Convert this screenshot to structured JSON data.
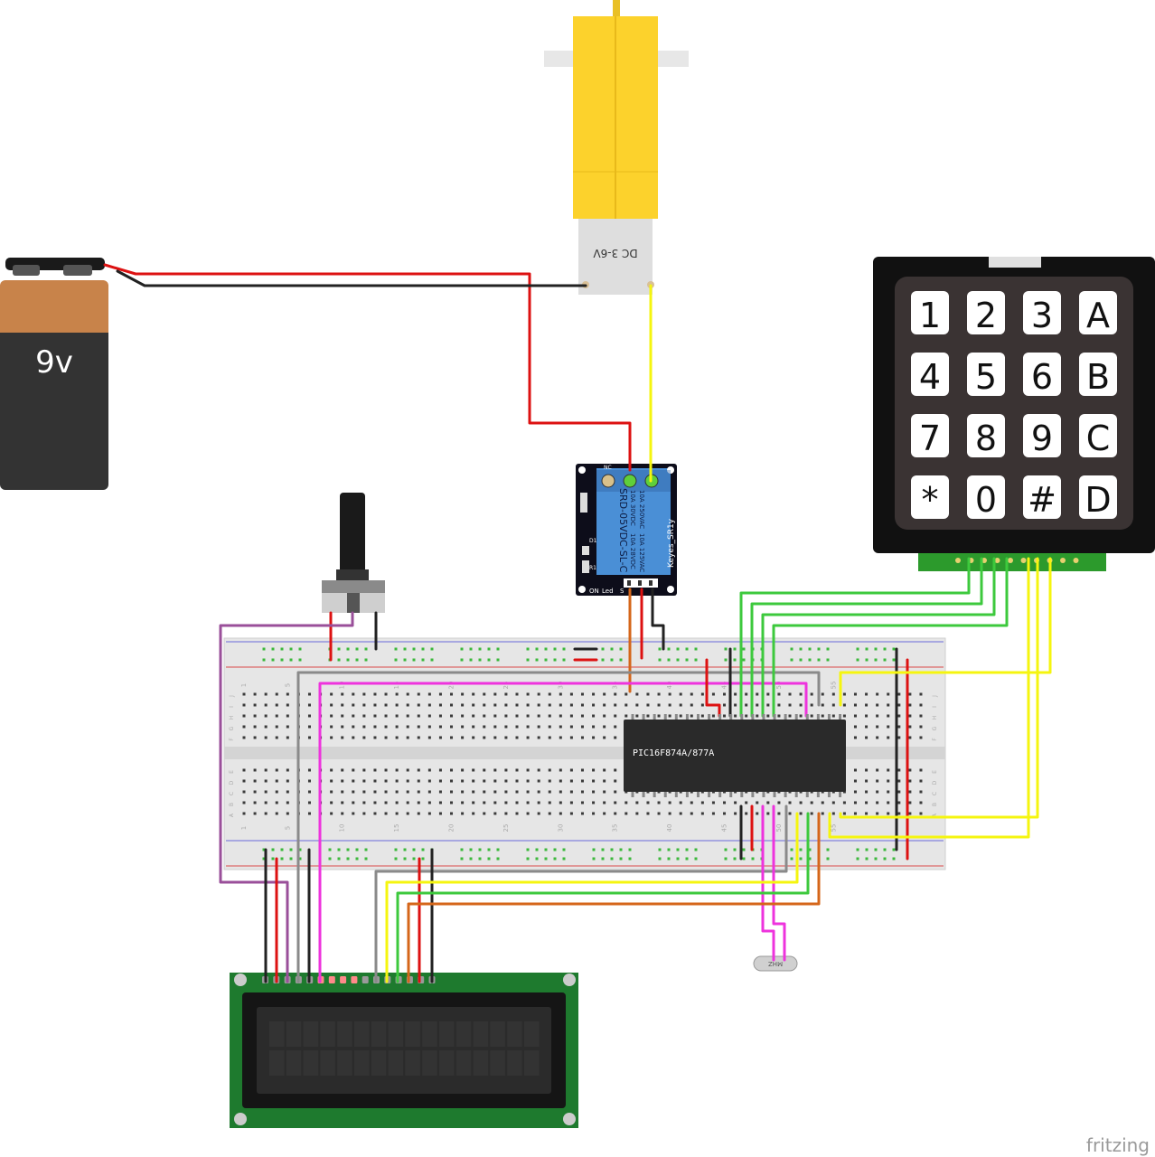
{
  "battery": {
    "label": "9v"
  },
  "motor": {
    "label": "DC 3-6V"
  },
  "relay": {
    "brand": "Keyes_SR1y",
    "model": "SRD-05VDC-SL-C",
    "ratings": [
      "10A 250VAC",
      "10A 125VAC",
      "10A 30VDC",
      "10A 28VDC"
    ],
    "nc_label": "NC",
    "on_label": "ON",
    "led_label": "Led",
    "signal_label": "S",
    "d1_label": "D1",
    "r1_label": "R1"
  },
  "chip": {
    "label": "PIC16F874A/877A"
  },
  "crystal": {
    "label": "MHZ"
  },
  "keypad": {
    "keys": [
      "1",
      "2",
      "3",
      "A",
      "4",
      "5",
      "6",
      "B",
      "7",
      "8",
      "9",
      "C",
      "*",
      "0",
      "#",
      "D"
    ]
  },
  "breadboard": {
    "column_numbers": [
      "1",
      "5",
      "10",
      "15",
      "20",
      "25",
      "30",
      "35",
      "40",
      "45",
      "50",
      "55"
    ],
    "row_letters_top": [
      "J",
      "I",
      "H",
      "G",
      "F"
    ],
    "row_letters_bottom": [
      "E",
      "D",
      "C",
      "B",
      "A"
    ]
  },
  "footer": {
    "brand": "fritzing"
  },
  "colors": {
    "wire_red": "#dd1111",
    "wire_black": "#222222",
    "wire_yellow": "#f5f50f",
    "wire_green": "#3dc93d",
    "wire_magenta": "#ee33dd",
    "wire_gray": "#8a8a8a",
    "wire_purple": "#9a4f9a",
    "wire_orange": "#d5661a",
    "motor_yellow": "#fcd22c",
    "relay_blue": "#4a8fd6",
    "lcd_green": "#1e7a2e",
    "keypad_black": "#111111"
  }
}
